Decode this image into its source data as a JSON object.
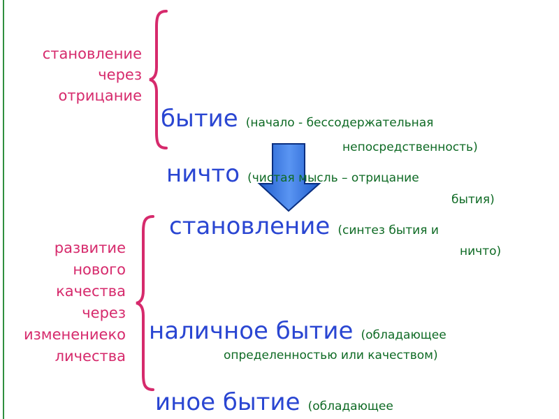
{
  "colors": {
    "label": "#d62a6c",
    "term": "#2a46d2",
    "description": "#0e6a24",
    "brace": "#d62a6c",
    "arrow": "#2b6cd8",
    "frame": "#2f8f3f"
  },
  "labels": {
    "first": [
      "становление",
      "через",
      "отрицание"
    ],
    "second": [
      "развитие",
      "нового",
      "качества",
      "через",
      "изменениеко",
      "личества"
    ]
  },
  "terms": {
    "bytie": {
      "term": "бытие",
      "desc_line1": "(начало - бессодержательная",
      "desc_line2": "непосредственность)"
    },
    "nichto": {
      "term": "ничто",
      "desc_line1": "(чистая мысль – отрицание",
      "desc_line2": "бытия)"
    },
    "stanovlenie": {
      "term": "становление",
      "desc_line1": "(синтез бытия и",
      "desc_line2": "ничто)"
    },
    "nalichnoe": {
      "term": "наличное бытие",
      "desc_line1": "(обладающее",
      "desc_line2": "определенностью или качеством)"
    },
    "inoe": {
      "term": "иное бытие",
      "desc_line1": "(обладающее"
    }
  },
  "icons": {
    "arrow": "down-arrow-icon",
    "brace": "left-curly-brace-icon"
  }
}
